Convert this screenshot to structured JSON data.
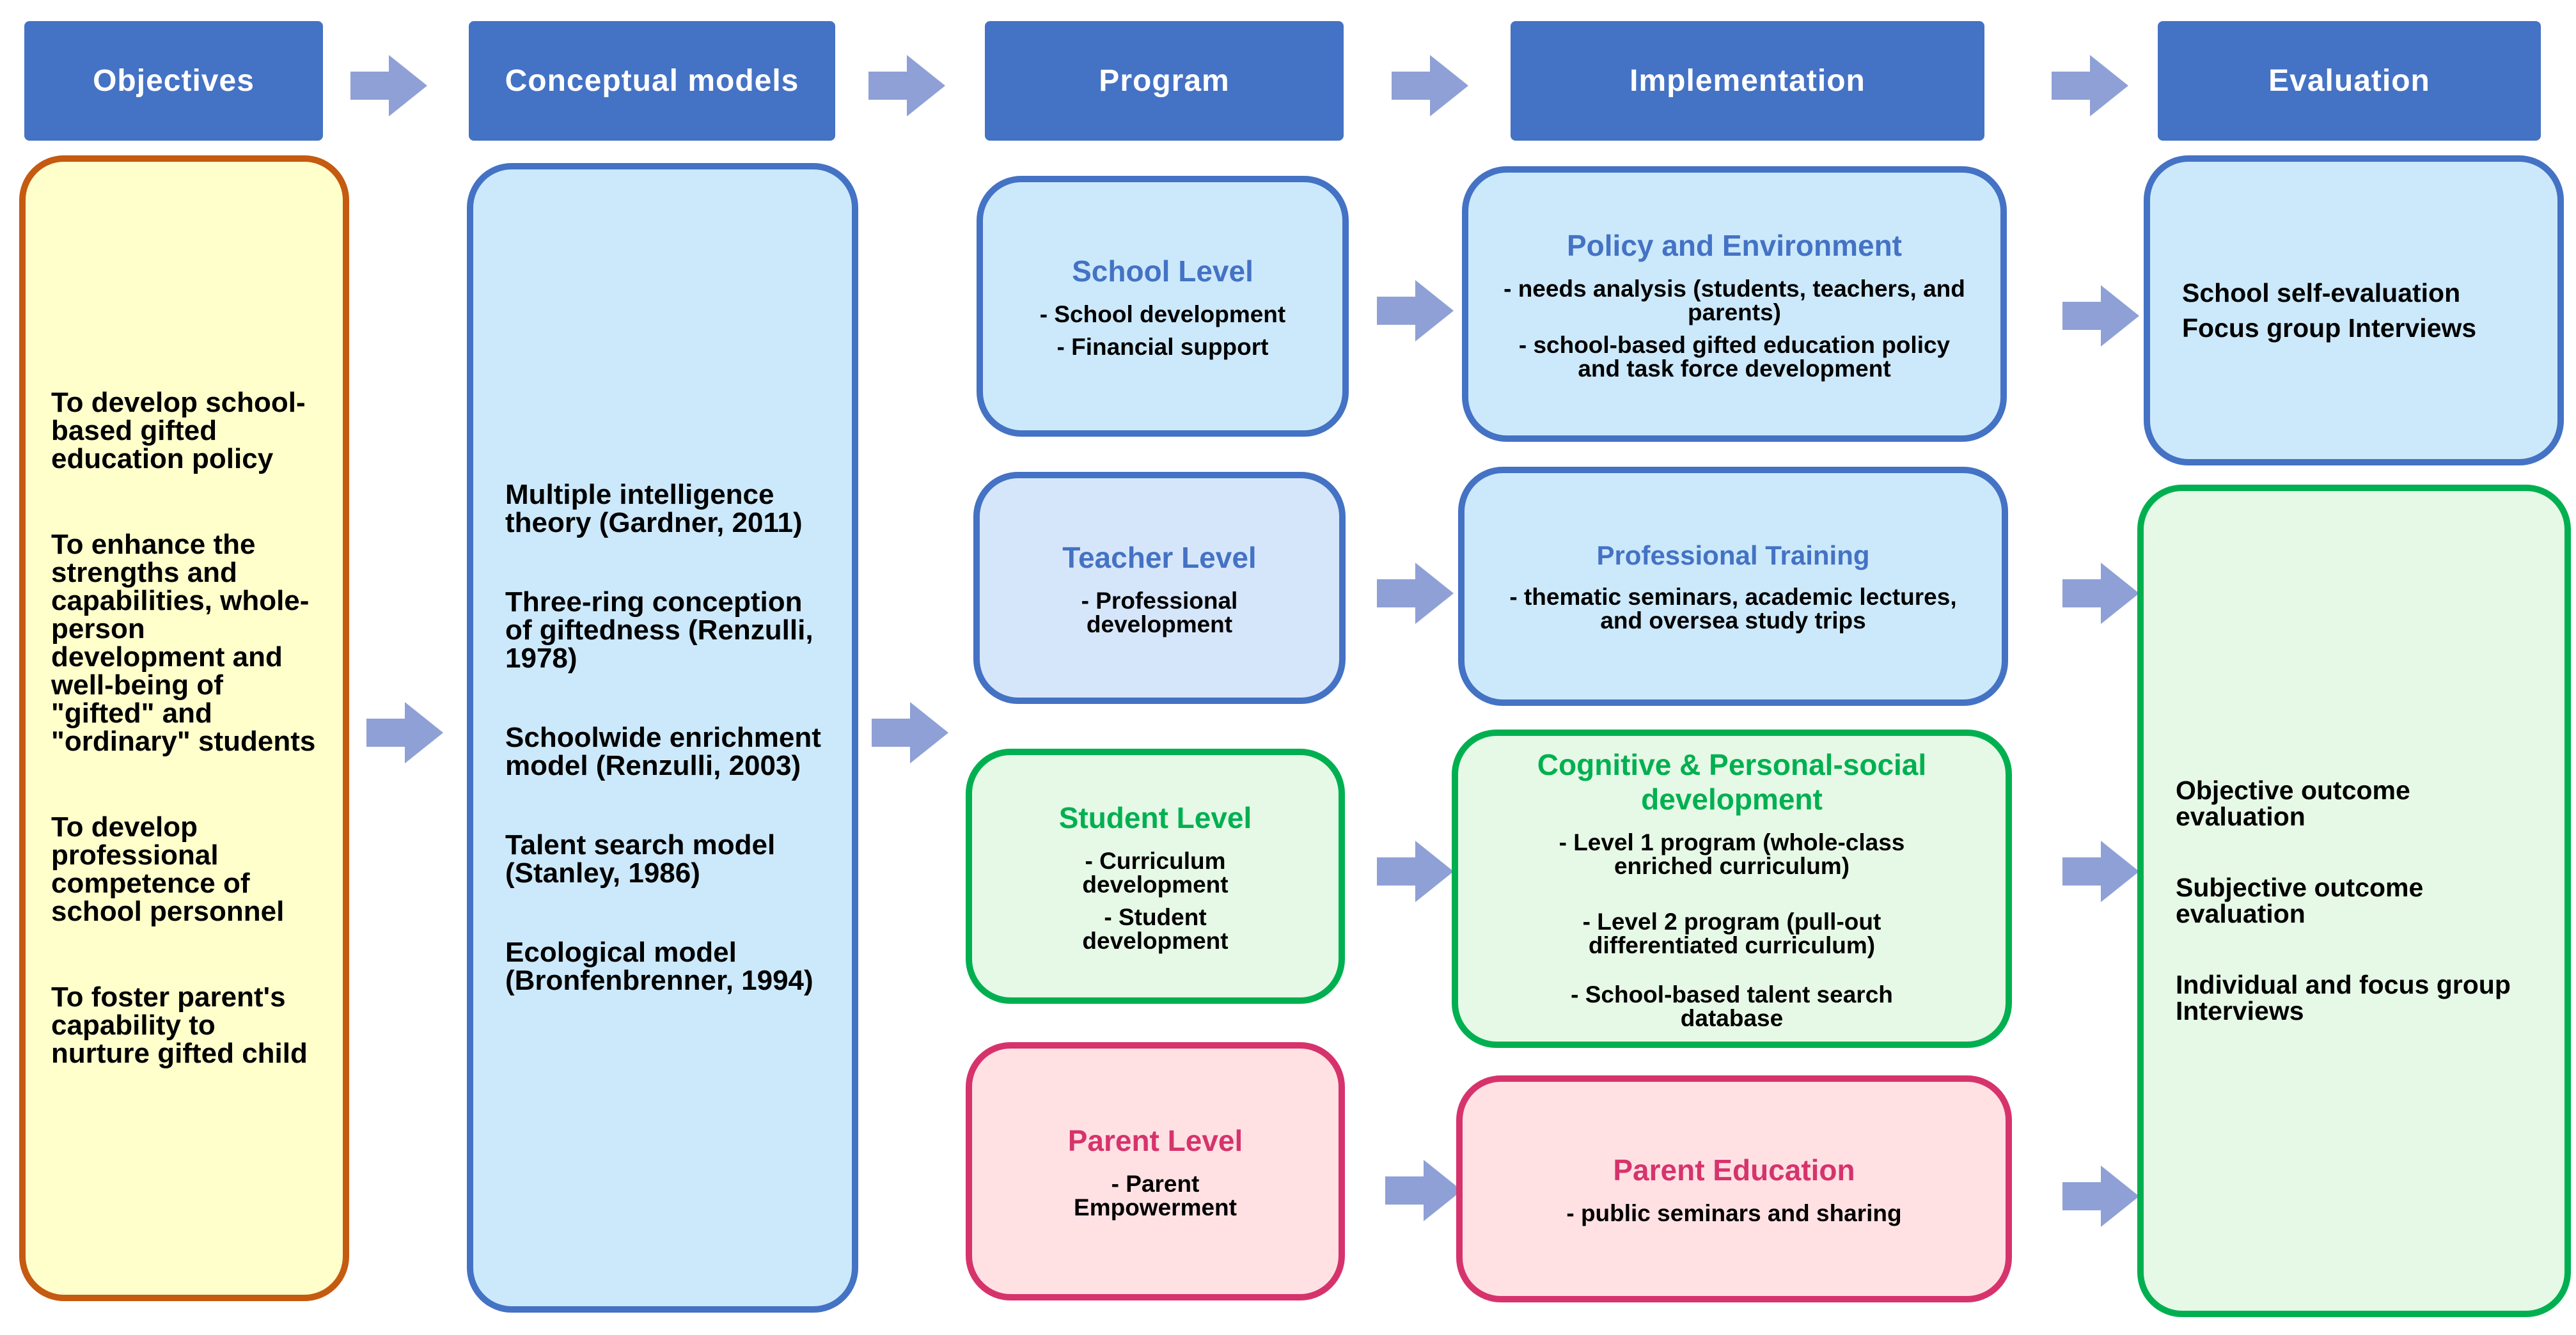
{
  "headers": {
    "objectives": "Objectives",
    "conceptual_models": "Conceptual models",
    "program": "Program",
    "implementation": "Implementation",
    "evaluation": "Evaluation"
  },
  "objectives": [
    "To develop school-based gifted education policy",
    "To enhance the strengths and capabilities, whole-person development and well-being of \"gifted\" and \"ordinary\" students",
    "To develop professional competence of school personnel",
    "To foster parent's capability to nurture gifted child"
  ],
  "models": [
    "Multiple intelligence theory (Gardner, 2011)",
    "Three-ring conception of giftedness (Renzulli, 1978)",
    "Schoolwide enrichment model (Renzulli, 2003)",
    "Talent search model (Stanley, 1986)",
    "Ecological model (Bronfenbrenner, 1994)"
  ],
  "program": {
    "school": {
      "title": "School Level",
      "items": [
        "- School development",
        "- Financial support"
      ]
    },
    "teacher": {
      "title": "Teacher Level",
      "items": [
        "- Professional development"
      ]
    },
    "student": {
      "title": "Student Level",
      "items": [
        "- Curriculum development",
        "- Student development"
      ]
    },
    "parent": {
      "title": "Parent Level",
      "items": [
        "- Parent Empowerment"
      ]
    }
  },
  "implementation": {
    "policy": {
      "title": "Policy and Environment",
      "items": [
        "- needs analysis (students, teachers, and parents)",
        "- school-based gifted education policy and task force development"
      ]
    },
    "training": {
      "title": "Professional Training",
      "items": [
        "- thematic seminars, academic lectures, and oversea study trips"
      ]
    },
    "cognitive": {
      "title": "Cognitive & Personal-social development",
      "items": [
        "- Level 1 program (whole-class enriched curriculum)",
        "- Level 2 program (pull-out differentiated curriculum)",
        "- School-based talent search database"
      ]
    },
    "parent_ed": {
      "title": "Parent Education",
      "items": [
        "- public seminars and sharing"
      ]
    }
  },
  "evaluation": {
    "school": [
      "School self-evaluation",
      "Focus group Interviews"
    ],
    "outcomes": [
      "Objective outcome evaluation",
      "Subjective outcome evaluation",
      "Individual and focus group Interviews"
    ]
  },
  "colors": {
    "header": "#4472c4",
    "arrow": "#8ea0d6",
    "blue_fill": "#cce9fb",
    "yellow_fill": "#ffffcc",
    "yellow_border": "#c55a11",
    "green_border": "#00b050",
    "pink_border": "#d6336c"
  }
}
